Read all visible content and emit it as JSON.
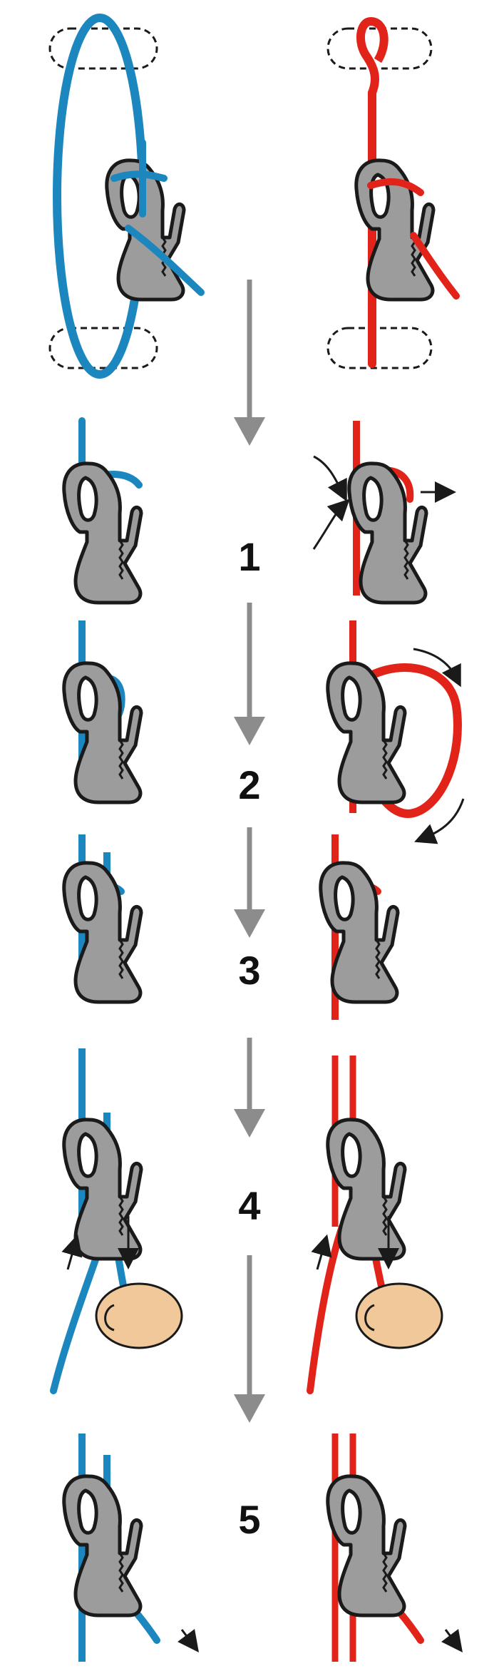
{
  "colors": {
    "blue_rope": "#1c87bf",
    "red_rope": "#e2231a",
    "device_fill": "#9c9c9c",
    "device_outline": "#1a1a1a",
    "arrow_gray": "#8c8c8c",
    "hand": "#f0c89a",
    "background": "#ffffff"
  },
  "icons": {
    "device": "hook-belay-plate-icon",
    "flow_arrow": "down-arrow-icon",
    "direction_arrow": "small-curved-arrow-icon",
    "anchor": "dashed-cylinder-anchor-icon",
    "hand": "hand-icon"
  },
  "steps": [
    {
      "label": "1"
    },
    {
      "label": "2"
    },
    {
      "label": "3"
    },
    {
      "label": "4"
    },
    {
      "label": "5"
    }
  ]
}
